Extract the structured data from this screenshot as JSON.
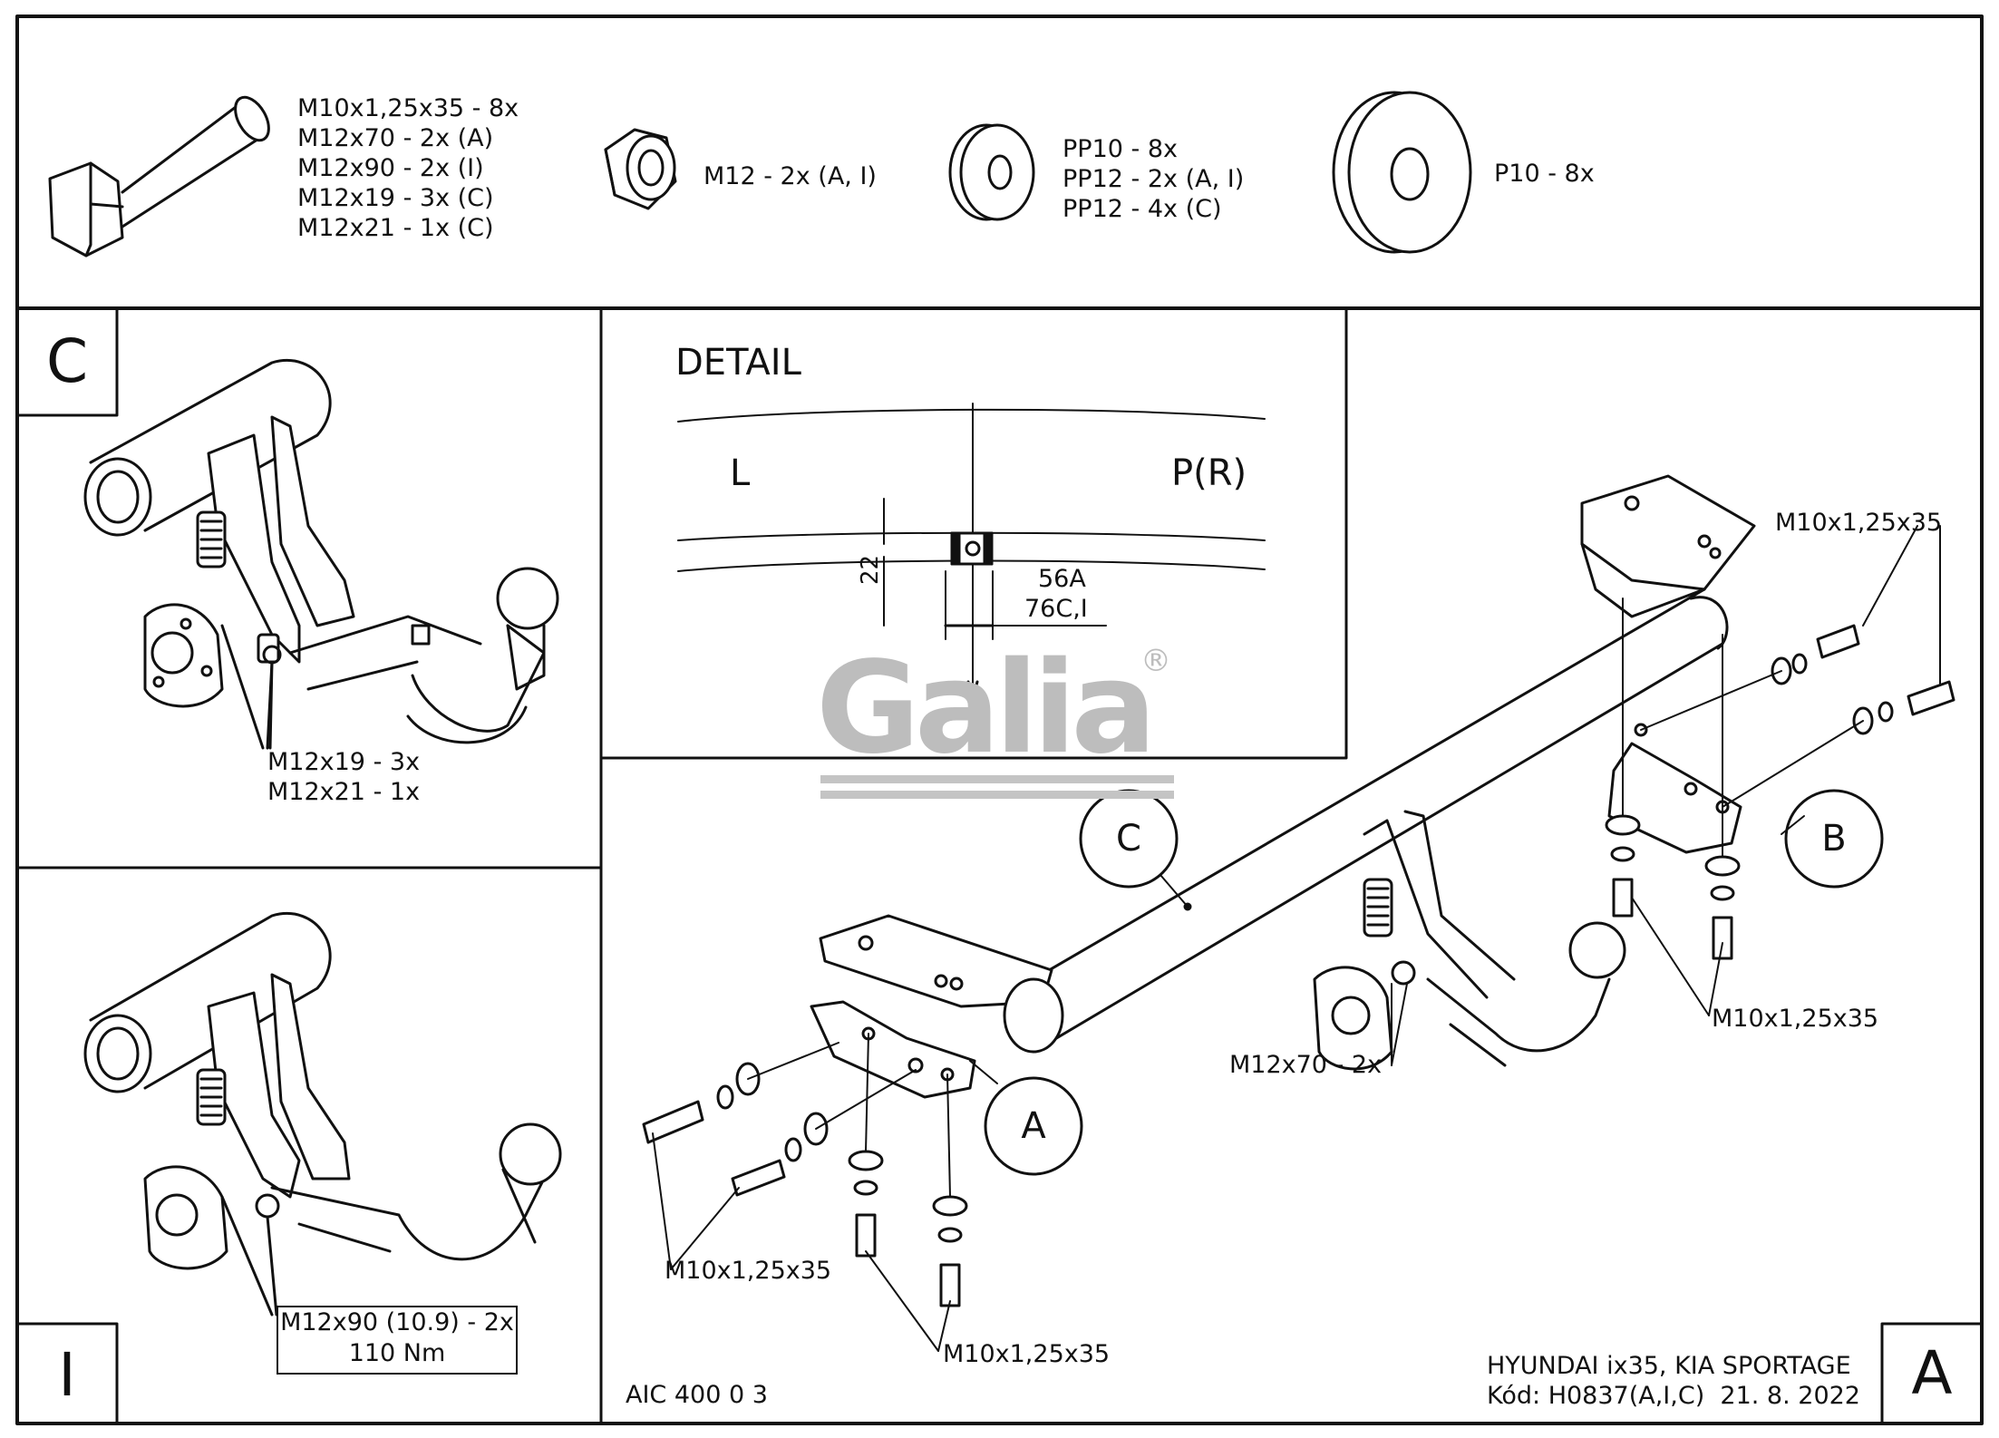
{
  "fasteners": {
    "bolt_labels": [
      "M10x1,25x35 - 8x",
      "M12x70 - 2x (A)",
      "M12x90 - 2x (I)",
      "M12x19 - 3x (C)",
      "M12x21 - 1x (C)"
    ],
    "nut_label": "M12 - 2x (A, I)",
    "washer_labels": [
      "PP10 - 8x",
      "PP12 - 2x (A, I)",
      "PP12 - 4x (C)"
    ],
    "big_washer_label": "P10 - 8x"
  },
  "panel_c": {
    "letter": "C",
    "labels": [
      "M12x19 - 3x",
      "M12x21 - 1x"
    ]
  },
  "panel_i": {
    "letter": "I",
    "labels": [
      "M12x90 (10.9) - 2x",
      "110 Nm"
    ]
  },
  "detail": {
    "title": "DETAIL",
    "left": "L",
    "right": "P(R)",
    "dim_22": "22",
    "dim_56a": "56A",
    "dim_76ci": "76C,I"
  },
  "logo": {
    "text": "Galia",
    "reg": "®"
  },
  "main": {
    "callout_c": "C",
    "callout_b": "B",
    "callout_a": "A",
    "bolt_top_right": "M10x1,25x35",
    "bolt_right_bottom": "M10x1,25x35",
    "bolt_left": "M10x1,25x35",
    "bolt_center_bottom": "M10x1,25x35",
    "bolt_m12x70": "M12x70 - 2x"
  },
  "footer": {
    "code": "AIC 400 0 3",
    "vehicle": "HYUNDAI ix35, KIA SPORTAGE",
    "kod": "Kód: H0837(A,I,C)  21. 8. 2022",
    "letter": "A"
  }
}
